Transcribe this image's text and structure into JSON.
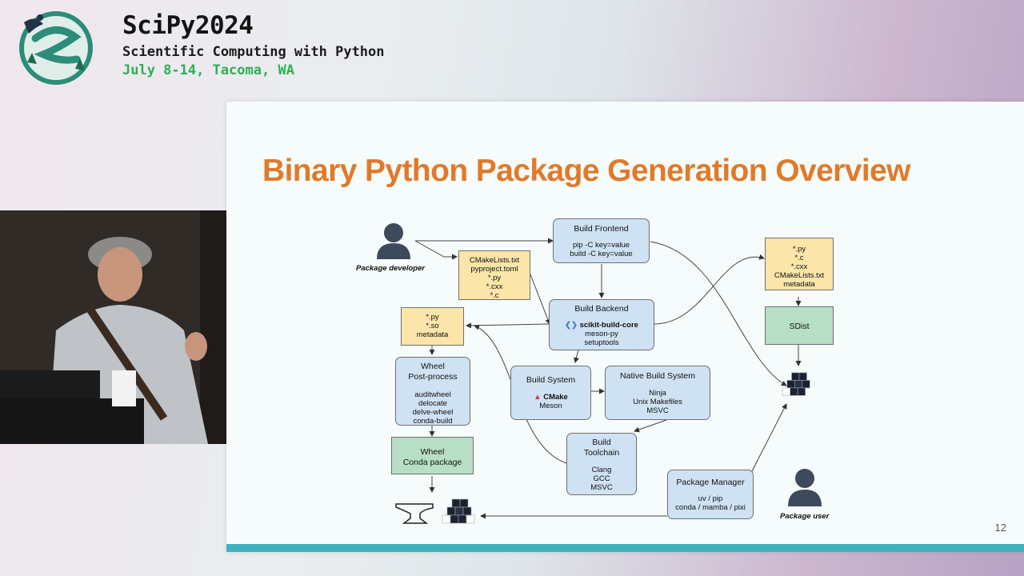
{
  "conference": {
    "title": "SciPy2024",
    "subtitle": "Scientific Computing with Python",
    "dates": "July 8-14, Tacoma, WA"
  },
  "slide": {
    "title": "Binary Python Package Generation Overview",
    "number": "12"
  },
  "diagram": {
    "package_developer": "Package developer",
    "package_user": "Package user",
    "source_files": [
      "CMakeLists.txt",
      "pyproject.toml",
      "*.py",
      "*.cxx",
      "*.c"
    ],
    "build_frontend": {
      "title": "Build Frontend",
      "items": [
        "pip -C key=value",
        "build -C key=value"
      ]
    },
    "build_backend": {
      "title": "Build Backend",
      "items": [
        "scikit-build-core",
        "meson-py",
        "setuptools"
      ]
    },
    "wheel_files": [
      "*.py",
      "*.so",
      "metadata"
    ],
    "sdist_files": [
      "*.py",
      "*.c",
      "*.cxx",
      "CMakeLists.txt",
      "metadata"
    ],
    "sdist": "SDist",
    "wheel_post_process": {
      "title": "Wheel",
      "title2": "Post-process",
      "items": [
        "auditwheel",
        "delocate",
        "delve-wheel",
        "conda-build"
      ]
    },
    "build_system": {
      "title": "Build System",
      "items": [
        "CMake",
        "Meson"
      ]
    },
    "native_build_system": {
      "title": "Native Build System",
      "items": [
        "Ninja",
        "Unix Makefiles",
        "MSVC"
      ]
    },
    "build_toolchain": {
      "title": "Build",
      "title2": "Toolchain",
      "items": [
        "Clang",
        "GCC",
        "MSVC"
      ]
    },
    "wheel_output": {
      "line1": "Wheel",
      "line2": "Conda package"
    },
    "package_manager": {
      "title": "Package Manager",
      "items": [
        "uv / pip",
        "conda / mamba / pixi"
      ]
    }
  },
  "colors": {
    "title_orange": "#e07a2a",
    "node_blue": "#cfe2f3",
    "file_yellow": "#fbe5a9",
    "output_green": "#b7dfc5",
    "accent_teal": "#3fb3bd",
    "dates_green": "#2fae56"
  }
}
